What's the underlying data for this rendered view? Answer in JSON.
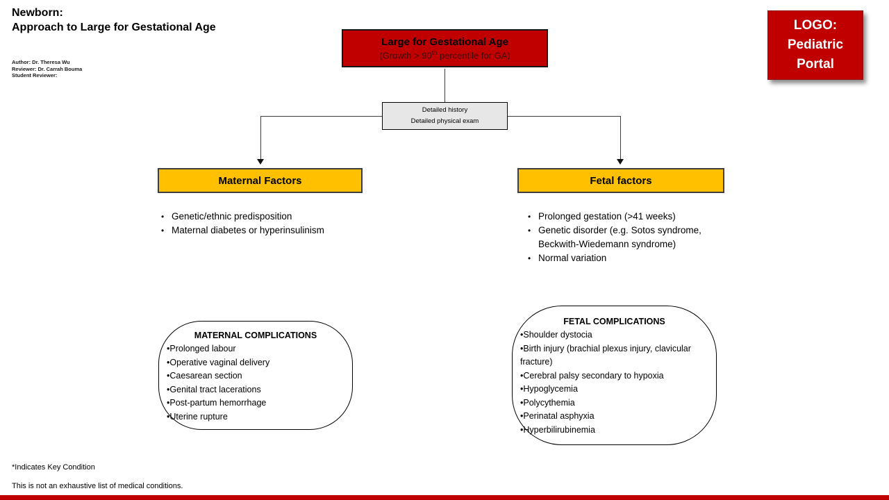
{
  "header": {
    "title_line1": "Newborn:",
    "title_line2": "Approach to Large for Gestational Age",
    "credits": [
      "Author: Dr. Theresa Wu",
      "Reviewer:  Dr. Carrah Bouma",
      "Student Reviewer:"
    ]
  },
  "logo": {
    "lines": [
      "LOGO:",
      "Pediatric",
      "Portal"
    ]
  },
  "flowchart": {
    "root_node": {
      "title": "Large for Gestational Age",
      "subtitle_pre": "(Growth  > 90",
      "subtitle_sup": "th",
      "subtitle_post": " percentile for GA)"
    },
    "assessment_node": {
      "lines": [
        "Detailed history",
        "Detailed physical exam"
      ]
    },
    "maternal_factors": {
      "header": "Maternal Factors",
      "bullets": [
        "Genetic/ethnic predisposition",
        "Maternal diabetes or hyperinsulinism"
      ]
    },
    "fetal_factors": {
      "header": "Fetal factors",
      "bullets": [
        "Prolonged gestation (>41 weeks)",
        "Genetic disorder (e.g. Sotos syndrome, Beckwith-Wiedemann syndrome)",
        "Normal variation"
      ]
    },
    "maternal_complications": {
      "title": "MATERNAL COMPLICATIONS",
      "items": [
        "Prolonged labour",
        "Operative vaginal delivery",
        "Caesarean section",
        "Genital tract lacerations",
        "Post-partum hemorrhage",
        "Uterine rupture"
      ]
    },
    "fetal_complications": {
      "title": "FETAL COMPLICATIONS",
      "items": [
        "Shoulder dystocia",
        "Birth injury (brachial plexus injury, clavicular fracture)",
        "Cerebral palsy secondary to hypoxia",
        "Hypoglycemia",
        "Polycythemia",
        "Perinatal asphyxia",
        "Hyperbilirubinemia"
      ]
    }
  },
  "footer": {
    "note1": "*Indicates Key Condition",
    "note2": "This is not an exhaustive list of medical conditions."
  },
  "colors": {
    "accent_red": "#C00000",
    "accent_yellow": "#FFC000",
    "node_gray": "#E8E7E7",
    "bottom_bar_red": "#C00000"
  }
}
